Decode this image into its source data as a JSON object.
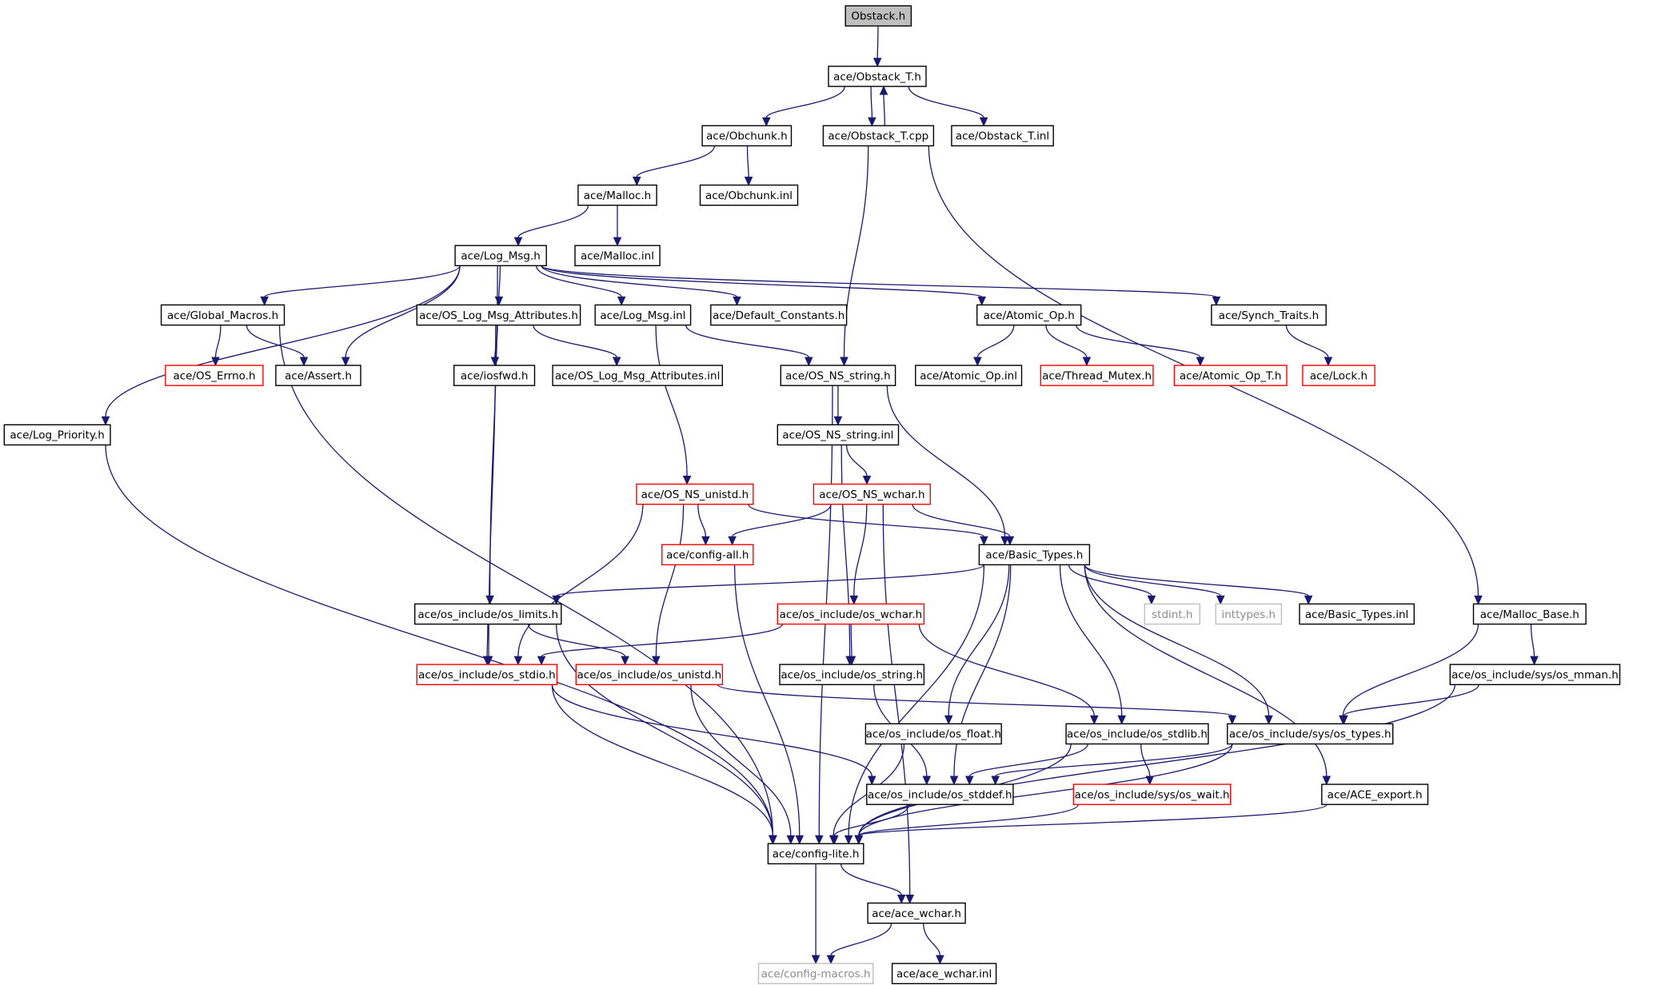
{
  "diagram": {
    "colors": {
      "edge": "#191970",
      "node_border": "#000000",
      "missing_border": "#ff0000",
      "external_border": "#bfbfbf",
      "root_fill": "#bfbfbf"
    },
    "nodes": [
      {
        "id": "obstack_h",
        "label": "Obstack.h",
        "kind": "root"
      },
      {
        "id": "obstack_t_h",
        "label": "ace/Obstack_T.h",
        "kind": "normal"
      },
      {
        "id": "obchunk_h",
        "label": "ace/Obchunk.h",
        "kind": "normal"
      },
      {
        "id": "obstack_t_cpp",
        "label": "ace/Obstack_T.cpp",
        "kind": "normal"
      },
      {
        "id": "obstack_t_inl",
        "label": "ace/Obstack_T.inl",
        "kind": "normal"
      },
      {
        "id": "malloc_h",
        "label": "ace/Malloc.h",
        "kind": "normal"
      },
      {
        "id": "obchunk_inl",
        "label": "ace/Obchunk.inl",
        "kind": "normal"
      },
      {
        "id": "log_msg_h",
        "label": "ace/Log_Msg.h",
        "kind": "normal"
      },
      {
        "id": "malloc_inl",
        "label": "ace/Malloc.inl",
        "kind": "normal"
      },
      {
        "id": "global_macros_h",
        "label": "ace/Global_Macros.h",
        "kind": "normal"
      },
      {
        "id": "os_log_msg_attributes_h",
        "label": "ace/OS_Log_Msg_Attributes.h",
        "kind": "normal"
      },
      {
        "id": "log_msg_inl",
        "label": "ace/Log_Msg.inl",
        "kind": "normal"
      },
      {
        "id": "default_constants_h",
        "label": "ace/Default_Constants.h",
        "kind": "normal"
      },
      {
        "id": "atomic_op_h",
        "label": "ace/Atomic_Op.h",
        "kind": "normal"
      },
      {
        "id": "synch_traits_h",
        "label": "ace/Synch_Traits.h",
        "kind": "normal"
      },
      {
        "id": "os_errno_h",
        "label": "ace/OS_Errno.h",
        "kind": "missing"
      },
      {
        "id": "assert_h",
        "label": "ace/Assert.h",
        "kind": "normal"
      },
      {
        "id": "iosfwd_h",
        "label": "ace/iosfwd.h",
        "kind": "normal"
      },
      {
        "id": "os_log_msg_attributes_inl",
        "label": "ace/OS_Log_Msg_Attributes.inl",
        "kind": "normal"
      },
      {
        "id": "os_ns_string_h",
        "label": "ace/OS_NS_string.h",
        "kind": "normal"
      },
      {
        "id": "atomic_op_inl",
        "label": "ace/Atomic_Op.inl",
        "kind": "normal"
      },
      {
        "id": "thread_mutex_h",
        "label": "ace/Thread_Mutex.h",
        "kind": "missing"
      },
      {
        "id": "atomic_op_t_h",
        "label": "ace/Atomic_Op_T.h",
        "kind": "missing"
      },
      {
        "id": "lock_h",
        "label": "ace/Lock.h",
        "kind": "missing"
      },
      {
        "id": "log_priority_h",
        "label": "ace/Log_Priority.h",
        "kind": "normal"
      },
      {
        "id": "os_ns_string_inl",
        "label": "ace/OS_NS_string.inl",
        "kind": "normal"
      },
      {
        "id": "os_ns_unistd_h",
        "label": "ace/OS_NS_unistd.h",
        "kind": "missing"
      },
      {
        "id": "os_ns_wchar_h",
        "label": "ace/OS_NS_wchar.h",
        "kind": "missing"
      },
      {
        "id": "config_all_h",
        "label": "ace/config-all.h",
        "kind": "missing"
      },
      {
        "id": "basic_types_h",
        "label": "ace/Basic_Types.h",
        "kind": "normal"
      },
      {
        "id": "os_limits_h",
        "label": "ace/os_include/os_limits.h",
        "kind": "normal"
      },
      {
        "id": "os_wchar_h",
        "label": "ace/os_include/os_wchar.h",
        "kind": "missing"
      },
      {
        "id": "stdint_h",
        "label": "stdint.h",
        "kind": "external"
      },
      {
        "id": "inttypes_h",
        "label": "inttypes.h",
        "kind": "external"
      },
      {
        "id": "basic_types_inl",
        "label": "ace/Basic_Types.inl",
        "kind": "normal"
      },
      {
        "id": "malloc_base_h",
        "label": "ace/Malloc_Base.h",
        "kind": "normal"
      },
      {
        "id": "os_stdio_h",
        "label": "ace/os_include/os_stdio.h",
        "kind": "missing"
      },
      {
        "id": "os_unistd_h",
        "label": "ace/os_include/os_unistd.h",
        "kind": "missing"
      },
      {
        "id": "os_string_h",
        "label": "ace/os_include/os_string.h",
        "kind": "normal"
      },
      {
        "id": "os_mman_h",
        "label": "ace/os_include/sys/os_mman.h",
        "kind": "normal"
      },
      {
        "id": "os_float_h",
        "label": "ace/os_include/os_float.h",
        "kind": "normal"
      },
      {
        "id": "os_stdlib_h",
        "label": "ace/os_include/os_stdlib.h",
        "kind": "normal"
      },
      {
        "id": "os_types_h",
        "label": "ace/os_include/sys/os_types.h",
        "kind": "normal"
      },
      {
        "id": "os_stddef_h",
        "label": "ace/os_include/os_stddef.h",
        "kind": "normal"
      },
      {
        "id": "os_wait_h",
        "label": "ace/os_include/sys/os_wait.h",
        "kind": "missing"
      },
      {
        "id": "ace_export_h",
        "label": "ace/ACE_export.h",
        "kind": "normal"
      },
      {
        "id": "config_lite_h",
        "label": "ace/config-lite.h",
        "kind": "normal"
      },
      {
        "id": "ace_wchar_h",
        "label": "ace/ace_wchar.h",
        "kind": "normal"
      },
      {
        "id": "config_macros_h",
        "label": "ace/config-macros.h",
        "kind": "external"
      },
      {
        "id": "ace_wchar_inl",
        "label": "ace/ace_wchar.inl",
        "kind": "normal"
      }
    ],
    "edges": [
      [
        "obstack_h",
        "obstack_t_h"
      ],
      [
        "obstack_t_h",
        "obchunk_h"
      ],
      [
        "obstack_t_h",
        "obstack_t_cpp"
      ],
      [
        "obstack_t_h",
        "obstack_t_inl"
      ],
      [
        "obstack_t_cpp",
        "obstack_t_h"
      ],
      [
        "obstack_t_cpp",
        "os_ns_string_h"
      ],
      [
        "obstack_t_cpp",
        "malloc_base_h"
      ],
      [
        "obchunk_h",
        "malloc_h"
      ],
      [
        "obchunk_h",
        "obchunk_inl"
      ],
      [
        "malloc_h",
        "log_msg_h"
      ],
      [
        "malloc_h",
        "malloc_inl"
      ],
      [
        "log_msg_h",
        "log_priority_h"
      ],
      [
        "log_msg_h",
        "global_macros_h"
      ],
      [
        "log_msg_h",
        "assert_h"
      ],
      [
        "log_msg_h",
        "os_limits_h"
      ],
      [
        "log_msg_h",
        "os_log_msg_attributes_h"
      ],
      [
        "log_msg_h",
        "log_msg_inl"
      ],
      [
        "log_msg_h",
        "default_constants_h"
      ],
      [
        "log_msg_h",
        "atomic_op_h"
      ],
      [
        "log_msg_h",
        "synch_traits_h"
      ],
      [
        "global_macros_h",
        "os_errno_h"
      ],
      [
        "global_macros_h",
        "assert_h"
      ],
      [
        "global_macros_h",
        "config_lite_h"
      ],
      [
        "os_log_msg_attributes_h",
        "iosfwd_h"
      ],
      [
        "os_log_msg_attributes_h",
        "os_log_msg_attributes_inl"
      ],
      [
        "os_log_msg_attributes_h",
        "os_stdio_h"
      ],
      [
        "log_msg_inl",
        "os_ns_string_h"
      ],
      [
        "log_msg_inl",
        "os_ns_unistd_h"
      ],
      [
        "atomic_op_h",
        "atomic_op_inl"
      ],
      [
        "atomic_op_h",
        "thread_mutex_h"
      ],
      [
        "atomic_op_h",
        "atomic_op_t_h"
      ],
      [
        "synch_traits_h",
        "lock_h"
      ],
      [
        "os_ns_string_h",
        "os_ns_string_inl"
      ],
      [
        "os_ns_string_h",
        "basic_types_h"
      ],
      [
        "os_ns_string_h",
        "config_lite_h"
      ],
      [
        "os_ns_string_inl",
        "os_ns_wchar_h"
      ],
      [
        "os_ns_string_inl",
        "os_string_h"
      ],
      [
        "os_ns_unistd_h",
        "config_all_h"
      ],
      [
        "os_ns_unistd_h",
        "basic_types_h"
      ],
      [
        "os_ns_unistd_h",
        "os_stdio_h"
      ],
      [
        "os_ns_unistd_h",
        "os_unistd_h"
      ],
      [
        "os_ns_wchar_h",
        "config_all_h"
      ],
      [
        "os_ns_wchar_h",
        "basic_types_h"
      ],
      [
        "os_ns_wchar_h",
        "os_wchar_h"
      ],
      [
        "os_ns_wchar_h",
        "ace_wchar_h"
      ],
      [
        "config_all_h",
        "config_lite_h"
      ],
      [
        "basic_types_h",
        "os_limits_h"
      ],
      [
        "basic_types_h",
        "stdint_h"
      ],
      [
        "basic_types_h",
        "inttypes_h"
      ],
      [
        "basic_types_h",
        "basic_types_inl"
      ],
      [
        "basic_types_h",
        "os_float_h"
      ],
      [
        "basic_types_h",
        "os_stdlib_h"
      ],
      [
        "basic_types_h",
        "os_types_h"
      ],
      [
        "basic_types_h",
        "os_stddef_h"
      ],
      [
        "basic_types_h",
        "ace_export_h"
      ],
      [
        "basic_types_h",
        "config_lite_h"
      ],
      [
        "os_limits_h",
        "os_stdio_h"
      ],
      [
        "os_limits_h",
        "os_unistd_h"
      ],
      [
        "os_limits_h",
        "config_lite_h"
      ],
      [
        "os_wchar_h",
        "os_stdio_h"
      ],
      [
        "os_wchar_h",
        "os_string_h"
      ],
      [
        "os_wchar_h",
        "os_stdlib_h"
      ],
      [
        "malloc_base_h",
        "os_types_h"
      ],
      [
        "malloc_base_h",
        "os_mman_h"
      ],
      [
        "os_mman_h",
        "os_types_h"
      ],
      [
        "os_mman_h",
        "config_lite_h"
      ],
      [
        "os_stdio_h",
        "os_stddef_h"
      ],
      [
        "os_stdio_h",
        "config_lite_h"
      ],
      [
        "os_unistd_h",
        "os_types_h"
      ],
      [
        "os_unistd_h",
        "config_lite_h"
      ],
      [
        "os_string_h",
        "os_stddef_h"
      ],
      [
        "os_float_h",
        "config_lite_h"
      ],
      [
        "os_stdlib_h",
        "os_stddef_h"
      ],
      [
        "os_stdlib_h",
        "os_wait_h"
      ],
      [
        "os_stdlib_h",
        "config_lite_h"
      ],
      [
        "os_types_h",
        "os_stddef_h"
      ],
      [
        "os_types_h",
        "config_lite_h"
      ],
      [
        "os_stddef_h",
        "config_lite_h"
      ],
      [
        "os_wait_h",
        "config_lite_h"
      ],
      [
        "ace_export_h",
        "config_lite_h"
      ],
      [
        "log_priority_h",
        "config_lite_h"
      ],
      [
        "config_lite_h",
        "ace_wchar_h"
      ],
      [
        "config_lite_h",
        "config_macros_h"
      ],
      [
        "ace_wchar_h",
        "config_macros_h"
      ],
      [
        "ace_wchar_h",
        "ace_wchar_inl"
      ]
    ]
  }
}
